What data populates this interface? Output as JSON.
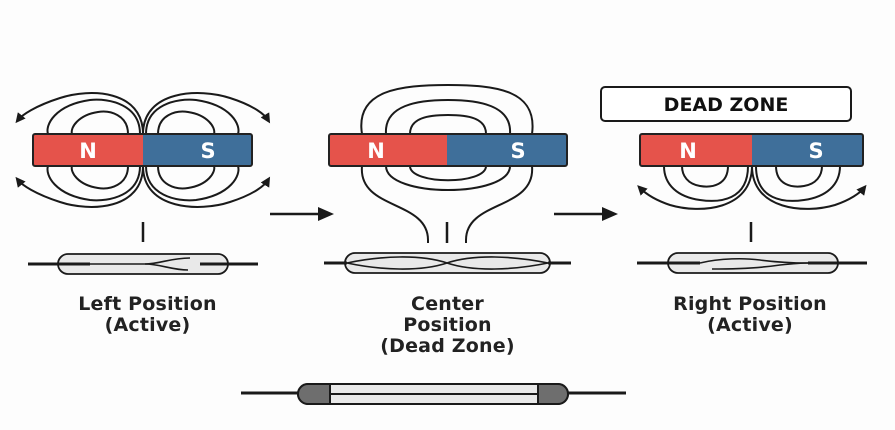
{
  "colors": {
    "north": "#e5534b",
    "south": "#3f6f9a",
    "glass": "#e9e9e9",
    "end_cap": "#6e6e6e",
    "line": "#1a1a1a"
  },
  "magnets": [
    {
      "north_label": "N",
      "south_label": "S"
    },
    {
      "north_label": "N",
      "south_label": "S"
    },
    {
      "north_label": "N",
      "south_label": "S"
    }
  ],
  "dead_zone_badge": "DEAD ZONE",
  "positions": [
    {
      "line1": "Left Position",
      "line2": "(Active)"
    },
    {
      "line1": "Center",
      "line2": "Position",
      "line3": "(Dead Zone)"
    },
    {
      "line1": "Right Position",
      "line2": "(Active)"
    }
  ]
}
